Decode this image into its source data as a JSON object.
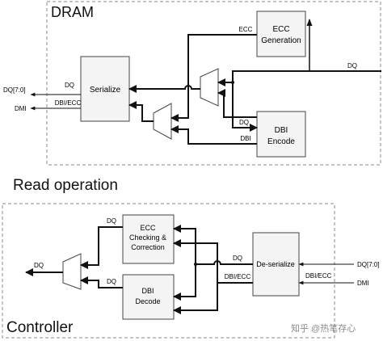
{
  "dram": {
    "title": "DRAM",
    "ecc_generation": [
      "ECC",
      "Generation"
    ],
    "serialize": "Serialize",
    "dbi_encode": [
      "DBI",
      "Encode"
    ],
    "sig_ecc": "ECC",
    "sig_dq_in": "DQ",
    "sig_dq_to_serialize": "DQ",
    "sig_dbi_ecc": "DBI/ECC",
    "sig_dq_to_dbi": "DQ",
    "sig_dbi_out": "DBI",
    "pin_dq": "DQ[7:0]",
    "pin_dmi": "DMI"
  },
  "read_operation": {
    "title": "Read operation"
  },
  "controller": {
    "title": "Controller",
    "ecc_checking": [
      "ECC",
      "Checking &",
      "Correction"
    ],
    "dbi_decode": [
      "DBI",
      "Decode"
    ],
    "deserialize": "De-serialize",
    "sig_dq_out": "DQ",
    "sig_dq_ecc_top": "DQ",
    "sig_dq_dbi_bottom": "DQ",
    "sig_dq_deser": "DQ",
    "sig_dbi_ecc": "DBI/ECC",
    "pin_dq": "DQ[7:0]",
    "pin_dbi_ecc": "DBI/ECC",
    "pin_dmi": "DMI"
  },
  "watermark": "知乎 @热笔存心"
}
